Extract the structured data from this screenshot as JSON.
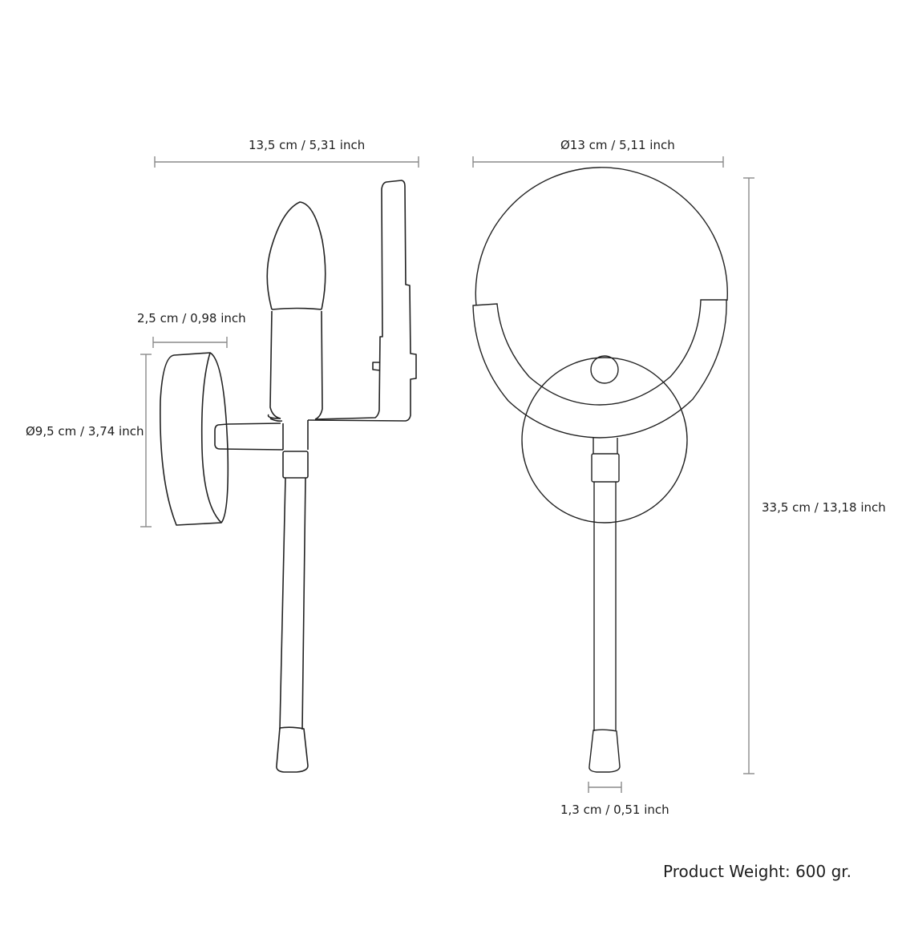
{
  "dimensions": {
    "side_width": "13,5 cm / 5,31 inch",
    "front_diameter": "Ø13 cm / 5,11 inch",
    "base_depth": "2,5 cm / 0,98 inch",
    "base_diameter": "Ø9,5 cm / 3,74 inch",
    "total_height": "33,5 cm / 13,18 inch",
    "tip_width": "1,3 cm / 0,51 inch"
  },
  "footer": {
    "weight": "Product Weight: 600 gr."
  },
  "colors": {
    "line": "#222222",
    "dimension_line": "#8a8a8a"
  }
}
